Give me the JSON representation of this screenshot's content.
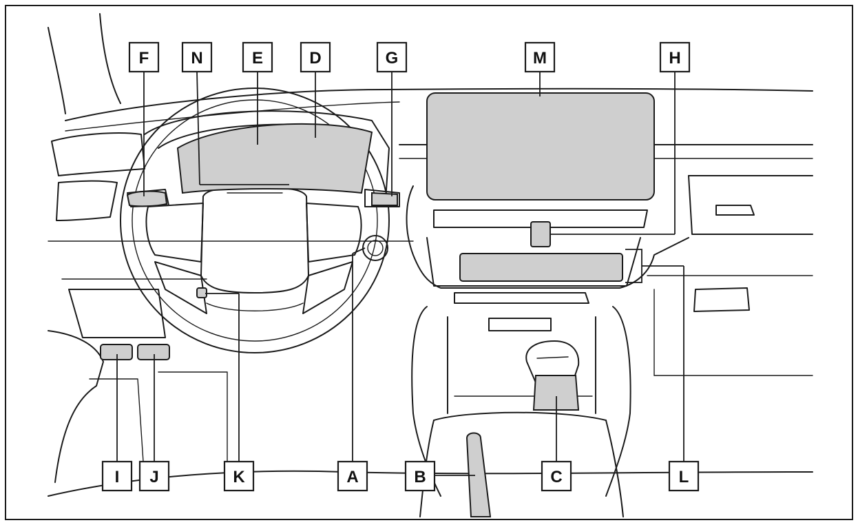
{
  "diagram": {
    "callouts": [
      {
        "id": "F",
        "label": "F"
      },
      {
        "id": "N",
        "label": "N"
      },
      {
        "id": "E",
        "label": "E"
      },
      {
        "id": "D",
        "label": "D"
      },
      {
        "id": "G",
        "label": "G"
      },
      {
        "id": "M",
        "label": "M"
      },
      {
        "id": "H",
        "label": "H"
      },
      {
        "id": "I",
        "label": "I"
      },
      {
        "id": "J",
        "label": "J"
      },
      {
        "id": "K",
        "label": "K"
      },
      {
        "id": "A",
        "label": "A"
      },
      {
        "id": "B",
        "label": "B"
      },
      {
        "id": "C",
        "label": "C"
      },
      {
        "id": "L",
        "label": "L"
      }
    ],
    "colors": {
      "line": "#1a1a1a",
      "highlight_fill": "#cfcfcf",
      "background": "#ffffff"
    }
  }
}
